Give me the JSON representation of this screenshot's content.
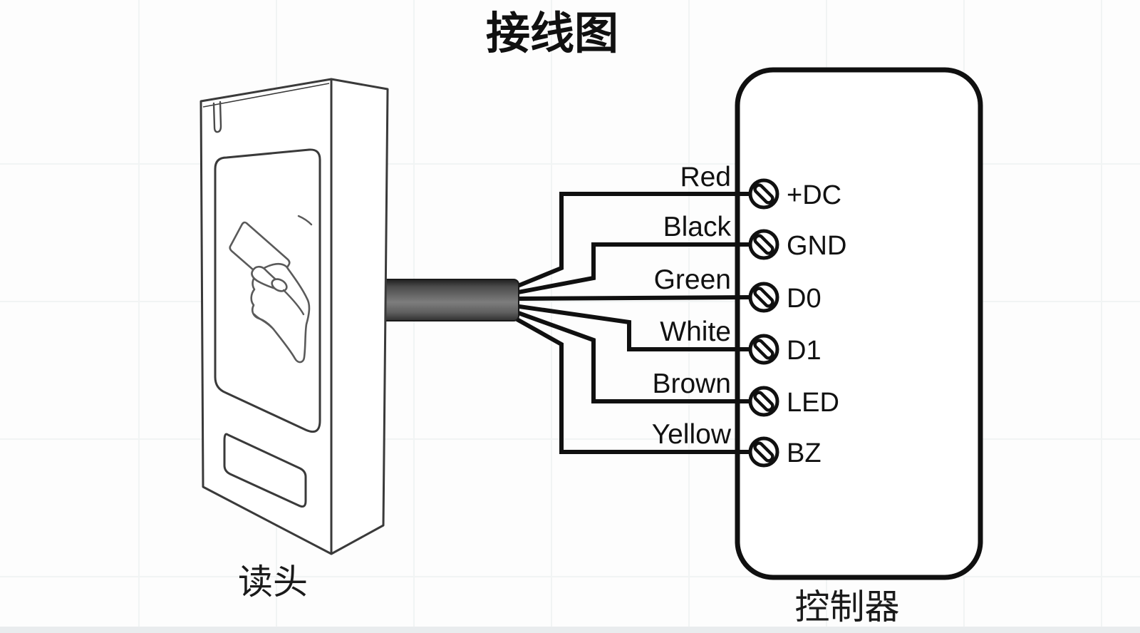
{
  "title": "接线图",
  "reader": {
    "label": "读头"
  },
  "controller": {
    "label": "控制器"
  },
  "wires": [
    {
      "color": "Red",
      "terminal": "+DC"
    },
    {
      "color": "Black",
      "terminal": "GND"
    },
    {
      "color": "Green",
      "terminal": "D0"
    },
    {
      "color": "White",
      "terminal": "D1"
    },
    {
      "color": "Brown",
      "terminal": "LED"
    },
    {
      "color": "Yellow",
      "terminal": "BZ"
    }
  ],
  "colors": {
    "ink": "#101010",
    "background": "#fdfdfd",
    "cable_dark": "#222222",
    "cable_mid": "#7d7d7d",
    "bottom_band": "#e9ecee"
  }
}
